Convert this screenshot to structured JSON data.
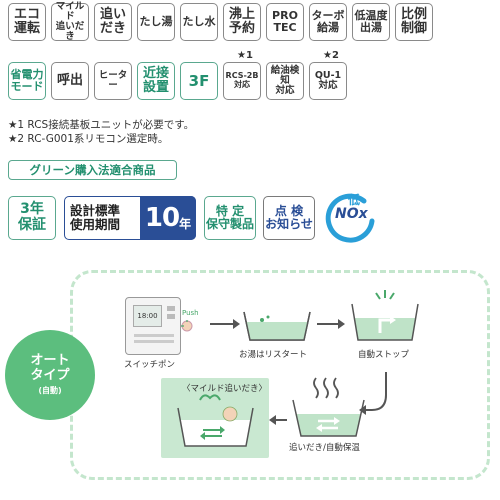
{
  "badges_row1": [
    {
      "label": "エコ\n運転",
      "style": "plain"
    },
    {
      "label": "マイルド\n追いだき",
      "style": "plain"
    },
    {
      "label": "追い\nだき",
      "style": "plain"
    },
    {
      "label": "たし湯",
      "style": "plain"
    },
    {
      "label": "たし水",
      "style": "plain"
    },
    {
      "label": "沸上\n予約",
      "style": "plain"
    },
    {
      "label": "PRO\nTEC",
      "style": "plain"
    },
    {
      "label": "ターボ\n給湯",
      "style": "plain"
    },
    {
      "label": "低温度\n出湯",
      "style": "plain"
    },
    {
      "label": "比例\n制御",
      "style": "plain"
    }
  ],
  "badges_row2": [
    {
      "label": "省電力\nモード",
      "style": "teal"
    },
    {
      "label": "呼出",
      "style": "plain"
    },
    {
      "label": "ヒーター",
      "style": "plain"
    },
    {
      "label": "近接\n設置",
      "style": "teal"
    },
    {
      "label": "3F",
      "style": "teal"
    },
    {
      "label": "RCS-2B\n対応",
      "style": "plain",
      "star": "★1"
    },
    {
      "label": "給油検知\n対応",
      "style": "plain"
    },
    {
      "label": "QU-1\n対応",
      "style": "plain",
      "star": "★2"
    }
  ],
  "notes": [
    "★1 RCS接続基板ユニットが必要です。",
    "★2 RC-G001系リモコン選定時。"
  ],
  "green_label": "グリーン購入法適合商品",
  "cert": {
    "warranty": "3年\n保証",
    "standard": "設計標準\n使用期間",
    "years": "10",
    "year_unit": "年",
    "tokutei": "特 定\n保守製品",
    "tenken": "点 検\nお知らせ",
    "low_nox_low": "低",
    "low_nox_nox": "NOx"
  },
  "diagram": {
    "auto_type": "オート\nタイプ",
    "auto_sub": "(自動)",
    "remote_time": "18:00",
    "push": "Push",
    "switch_on": "スイッチポン",
    "restart": "お湯はリスタート",
    "auto_stop": "自動ストップ",
    "mild_title": "〈マイルド追いだき〉",
    "reheat_keep": "追いだき/自動保温"
  },
  "colors": {
    "teal": "#23906f",
    "blue": "#2a4e96",
    "green": "#5cbe7e",
    "water": "#bfe3c8"
  }
}
